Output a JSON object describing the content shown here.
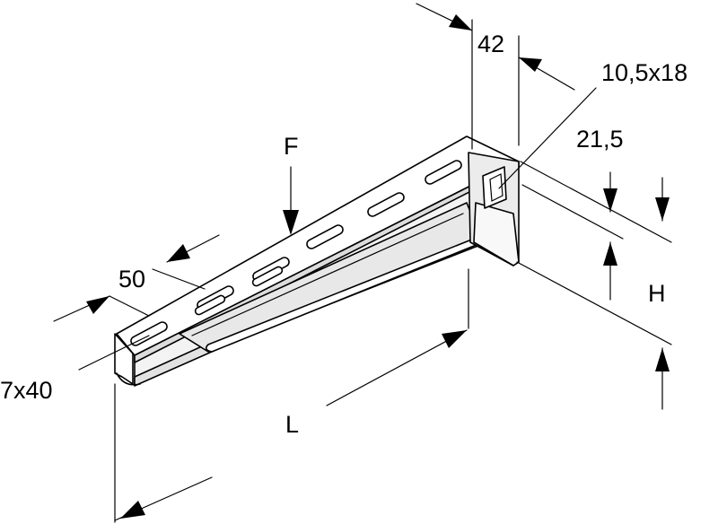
{
  "labels": {
    "top_width": "42",
    "hole_size": "10,5x18",
    "flange_height": "21,5",
    "force": "F",
    "slot_pitch": "50",
    "slot_size": "7x40",
    "height": "H",
    "length": "L"
  },
  "colors": {
    "line": "#000000",
    "face_light": "#ffffff",
    "face_shade": "#ececec",
    "face_dark": "#d4d4d4",
    "background": "#ffffff"
  }
}
